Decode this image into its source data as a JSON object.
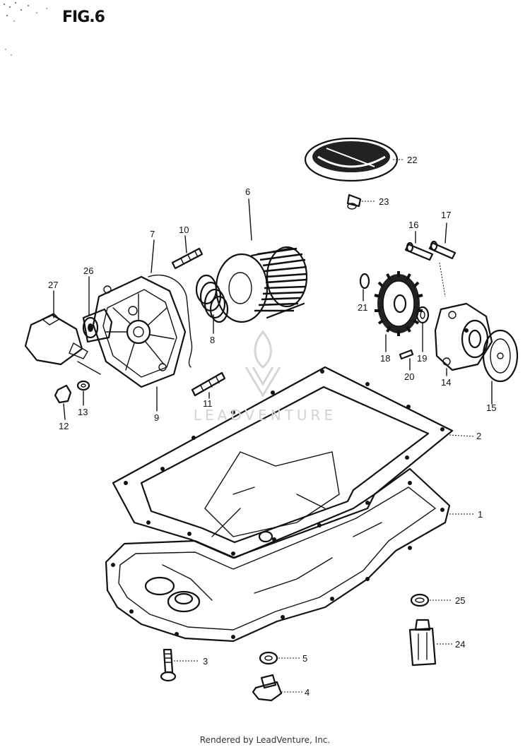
{
  "figure": {
    "title": "FIG.6",
    "footer": "Rendered by LeadVenture, Inc.",
    "watermark": "LEADVENTURE",
    "watermark_logo": "leadventure-flame-logo"
  },
  "callouts": [
    {
      "id": "1",
      "label": "1"
    },
    {
      "id": "2",
      "label": "2"
    },
    {
      "id": "3",
      "label": "3"
    },
    {
      "id": "4",
      "label": "4"
    },
    {
      "id": "5",
      "label": "5"
    },
    {
      "id": "6",
      "label": "6"
    },
    {
      "id": "7",
      "label": "7"
    },
    {
      "id": "8",
      "label": "8"
    },
    {
      "id": "9",
      "label": "9"
    },
    {
      "id": "10",
      "label": "10"
    },
    {
      "id": "11",
      "label": "11"
    },
    {
      "id": "12",
      "label": "12"
    },
    {
      "id": "13",
      "label": "13"
    },
    {
      "id": "14",
      "label": "14"
    },
    {
      "id": "15",
      "label": "15"
    },
    {
      "id": "16",
      "label": "16"
    },
    {
      "id": "17",
      "label": "17"
    },
    {
      "id": "18",
      "label": "18"
    },
    {
      "id": "19",
      "label": "19"
    },
    {
      "id": "20",
      "label": "20"
    },
    {
      "id": "21",
      "label": "21"
    },
    {
      "id": "22",
      "label": "22"
    },
    {
      "id": "23",
      "label": "23"
    },
    {
      "id": "24",
      "label": "24"
    },
    {
      "id": "25",
      "label": "25"
    },
    {
      "id": "26",
      "label": "26"
    },
    {
      "id": "27",
      "label": "27"
    }
  ]
}
